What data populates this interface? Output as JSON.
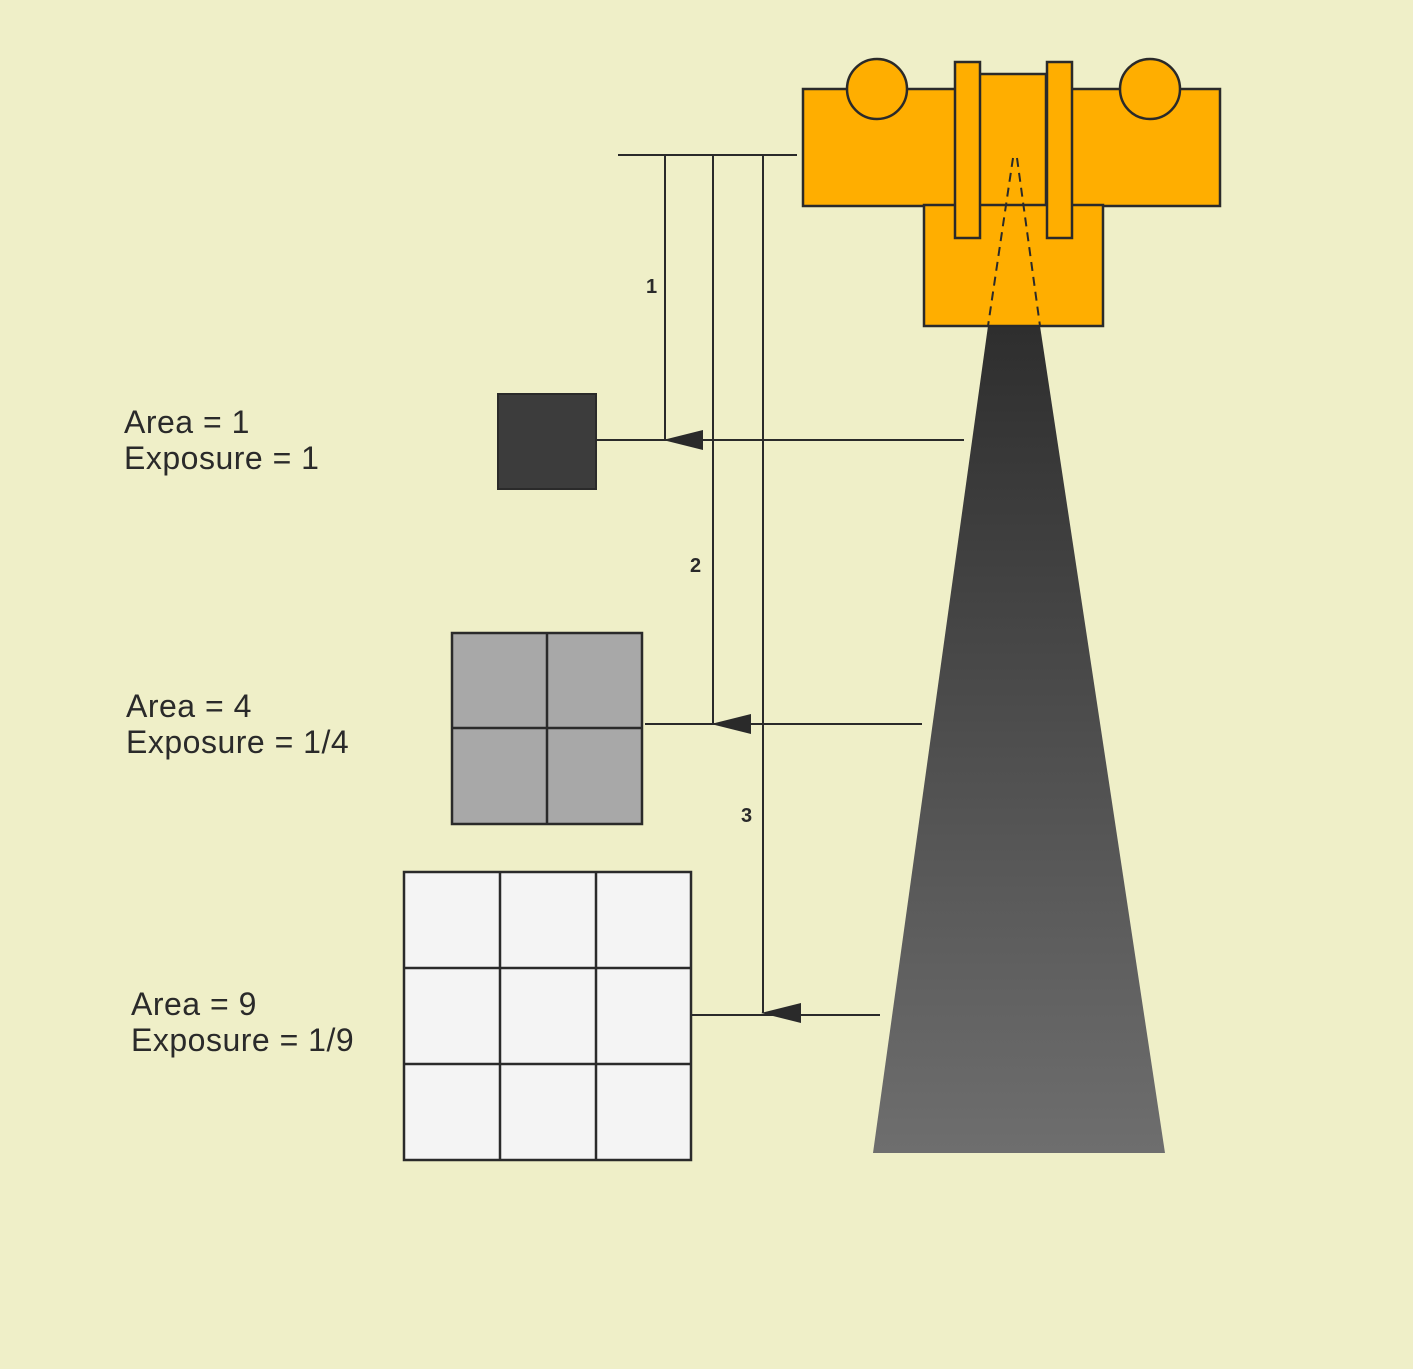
{
  "colors": {
    "background": "#efefc8",
    "source_fill": "#ffae00",
    "line": "#2a2a2a",
    "beam_top": "#303030",
    "beam_bottom": "#6a6a6a",
    "square_1": "#3c3c3c",
    "square_4": "#a8a8a8",
    "square_9": "#f4f4f4"
  },
  "distances": [
    {
      "label": "1",
      "area_label": "Area = 1",
      "exposure_label": "Exposure = 1",
      "grid": 1
    },
    {
      "label": "2",
      "area_label": "Area = 4",
      "exposure_label": "Exposure = 1/4",
      "grid": 2
    },
    {
      "label": "3",
      "area_label": "Area = 9",
      "exposure_label": "Exposure = 1/9",
      "grid": 3
    }
  ]
}
